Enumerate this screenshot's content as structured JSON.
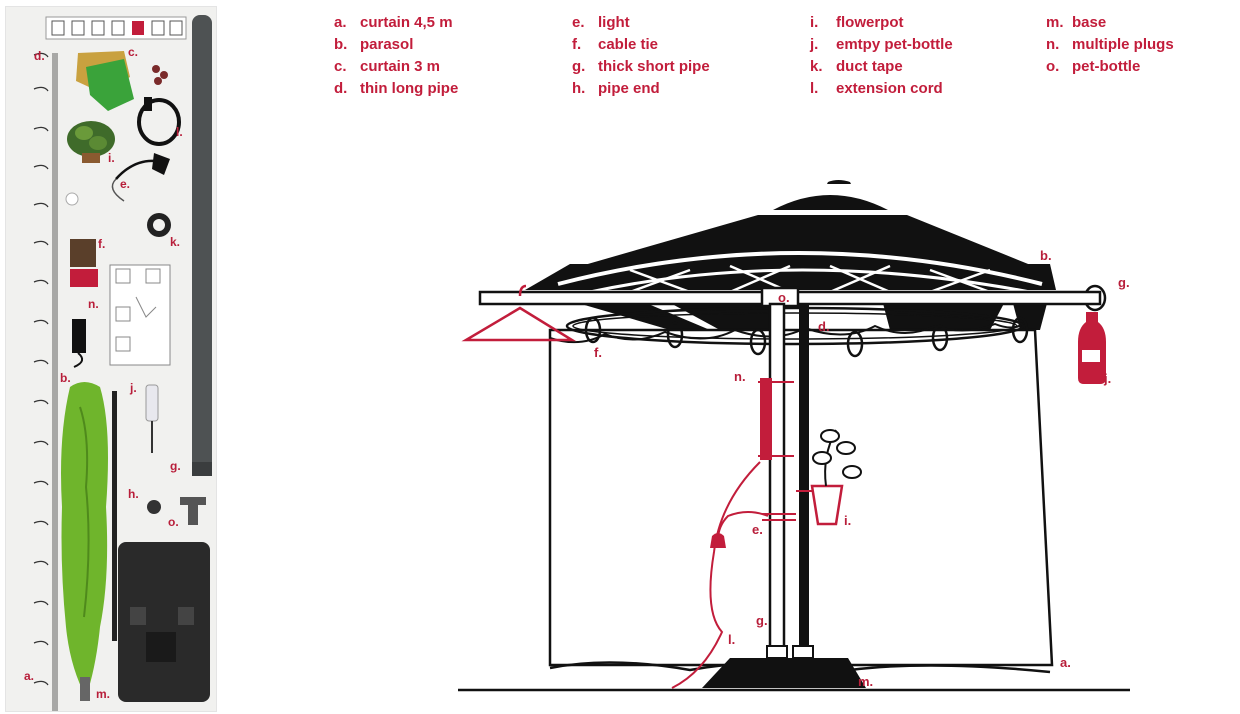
{
  "legend": {
    "columns": [
      [
        {
          "key": "a.",
          "text": "curtain 4,5 m"
        },
        {
          "key": "b.",
          "text": "parasol"
        },
        {
          "key": "c.",
          "text": "curtain 3 m"
        },
        {
          "key": "d.",
          "text": "thin long pipe"
        }
      ],
      [
        {
          "key": "e.",
          "text": "light"
        },
        {
          "key": "f.",
          "text": "cable tie"
        },
        {
          "key": "g.",
          "text": "thick short pipe"
        },
        {
          "key": "h.",
          "text": "pipe end"
        }
      ],
      [
        {
          "key": "i.",
          "text": "flowerpot"
        },
        {
          "key": "j.",
          "text": "emtpy pet-bottle"
        },
        {
          "key": "k.",
          "text": "duct tape"
        },
        {
          "key": "l.",
          "text": "extension cord"
        }
      ],
      [
        {
          "key": "m.",
          "text": "base"
        },
        {
          "key": "n.",
          "text": "multiple plugs"
        },
        {
          "key": "o.",
          "text": "pet-bottle"
        }
      ]
    ]
  },
  "photo": {
    "labels": {
      "a": "a.",
      "b": "b.",
      "c": "c.",
      "d": "d.",
      "e": "e.",
      "f": "f.",
      "g": "g.",
      "h": "h.",
      "i": "i.",
      "j": "j.",
      "k": "k.",
      "l": "l.",
      "m": "m.",
      "n": "n.",
      "o": "o."
    }
  },
  "diagram": {
    "labels": {
      "a": "a.",
      "b": "b.",
      "d": "d.",
      "e": "e.",
      "f": "f.",
      "g": "g.",
      "i": "i.",
      "j": "j.",
      "l": "l.",
      "m": "m.",
      "n": "n.",
      "o": "o."
    }
  },
  "colors": {
    "accent": "#c21d3b",
    "ink": "#111111",
    "photo_bg": "#f1f1ef",
    "green": "#6fb52c"
  }
}
